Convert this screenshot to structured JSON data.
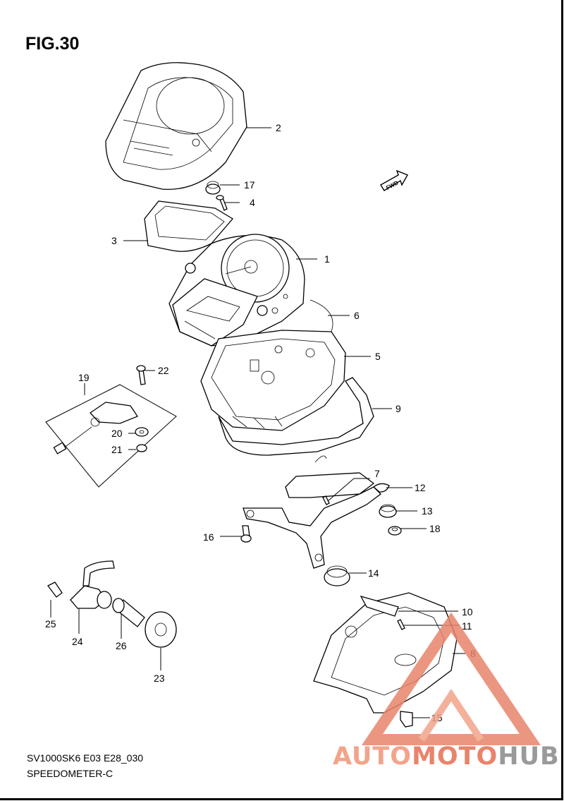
{
  "figure": {
    "title": "FIG.30",
    "code": "SV1000SK6 E03 E28_030",
    "name": "SPEEDOMETER-C"
  },
  "fwd_label": "FWD",
  "callouts": [
    {
      "id": "c1",
      "label": "1"
    },
    {
      "id": "c2",
      "label": "2"
    },
    {
      "id": "c3",
      "label": "3"
    },
    {
      "id": "c4",
      "label": "4"
    },
    {
      "id": "c5",
      "label": "5"
    },
    {
      "id": "c6",
      "label": "6"
    },
    {
      "id": "c7",
      "label": "7"
    },
    {
      "id": "c8",
      "label": "8"
    },
    {
      "id": "c9",
      "label": "9"
    },
    {
      "id": "c10",
      "label": "10"
    },
    {
      "id": "c11",
      "label": "11"
    },
    {
      "id": "c12",
      "label": "12"
    },
    {
      "id": "c13",
      "label": "13"
    },
    {
      "id": "c14",
      "label": "14"
    },
    {
      "id": "c15",
      "label": "15"
    },
    {
      "id": "c16",
      "label": "16"
    },
    {
      "id": "c17",
      "label": "17"
    },
    {
      "id": "c18",
      "label": "18"
    },
    {
      "id": "c19",
      "label": "19"
    },
    {
      "id": "c20",
      "label": "20"
    },
    {
      "id": "c21",
      "label": "21"
    },
    {
      "id": "c22",
      "label": "22"
    },
    {
      "id": "c23",
      "label": "23"
    },
    {
      "id": "c24",
      "label": "24"
    },
    {
      "id": "c25",
      "label": "25"
    },
    {
      "id": "c26",
      "label": "26"
    }
  ],
  "watermark": {
    "part1": "AUTO",
    "part2": "MOTO",
    "part3": "HUB",
    "color_primary": "#e8846a",
    "color_secondary": "#9a9a9a"
  }
}
